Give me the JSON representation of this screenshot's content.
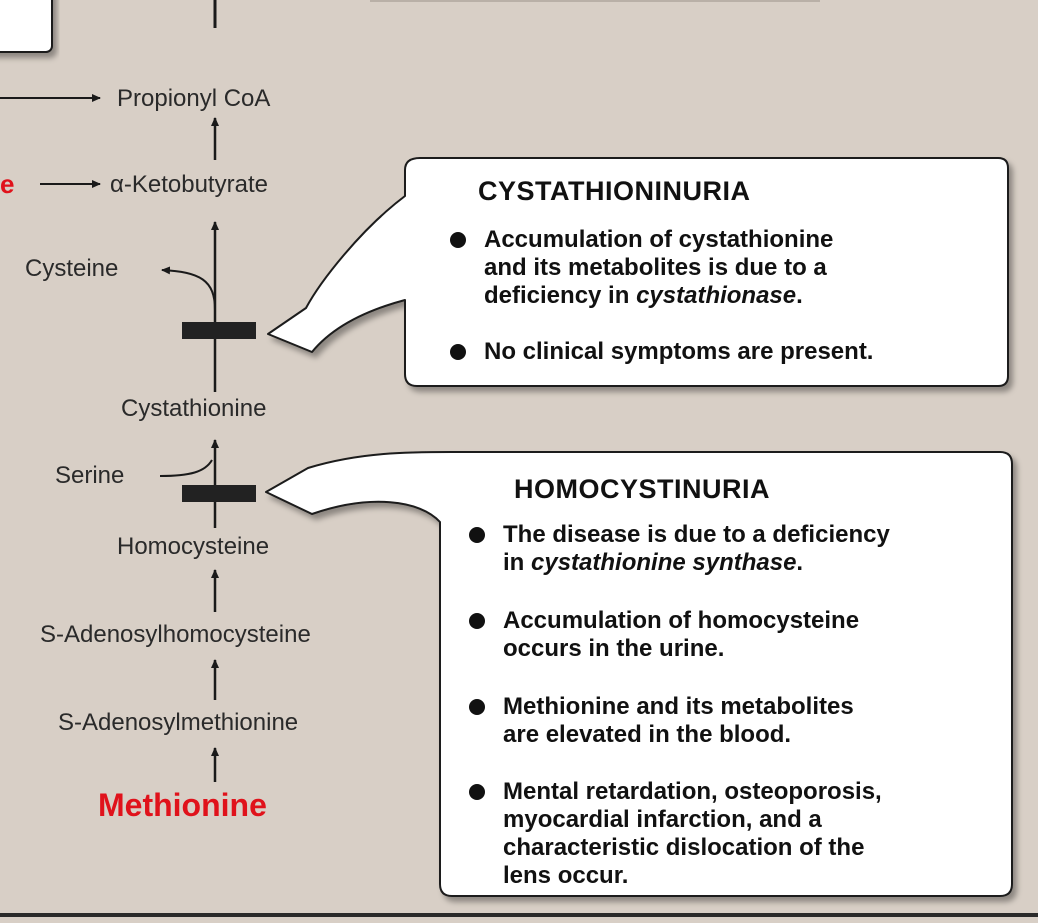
{
  "pathway": {
    "propionyl_coa": "Propionyl CoA",
    "red_fragment": "e",
    "ketobutyrate": "α-Ketobutyrate",
    "cysteine": "Cysteine",
    "cystathionine": "Cystathionine",
    "serine": "Serine",
    "homocysteine": "Homocysteine",
    "s_adenosylhomocysteine": "S-Adenosylhomocysteine",
    "s_adenosylmethionine": "S-Adenosylmethionine",
    "methionine": "Methionine"
  },
  "callouts": {
    "cystathioninuria": {
      "title": "CYSTATHIONINURIA",
      "bullets": [
        {
          "line1": "Accumulation of cystathionine",
          "line2": "and its metabolites is due to a",
          "line3_plain": "deficiency in ",
          "line3_italic": "cystathionase",
          "line3_end": "."
        },
        {
          "line1": "No clinical symptoms are present."
        }
      ]
    },
    "homocystinuria": {
      "title": "HOMOCYSTINURIA",
      "bullets": [
        {
          "line1": "The disease is due to a deficiency",
          "line2_plain": "in ",
          "line2_italic": "cystathionine synthase",
          "line2_end": "."
        },
        {
          "line1": "Accumulation of homocysteine",
          "line2": "occurs in the urine."
        },
        {
          "line1": "Methionine and its metabolites",
          "line2": "are elevated in the blood."
        },
        {
          "line1": "Mental retardation, osteoporosis,",
          "line2": "myocardial infarction, and a",
          "line3": "characteristic dislocation of the",
          "line4": "lens occur."
        }
      ]
    }
  },
  "colors": {
    "background": "#d8cfc6",
    "highlight_red": "#e0121b",
    "callout_fill": "#ffffff",
    "block_bar": "#222222"
  }
}
